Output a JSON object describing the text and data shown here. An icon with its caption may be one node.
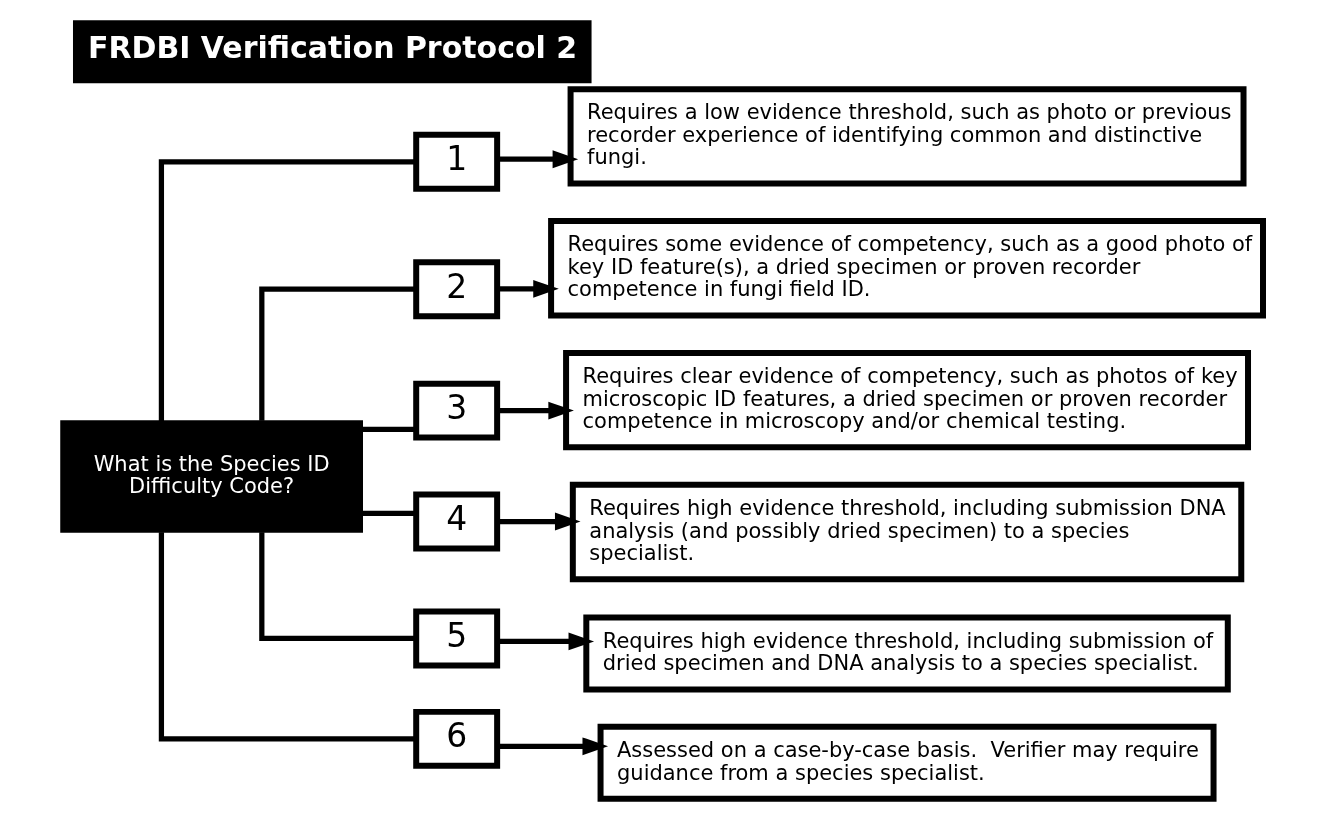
{
  "diagram": {
    "title": "FRDBI Verification Protocol 2",
    "nodes": [
      {
        "text": [
          "What is the Species ID Difficulty Code?"
        ]
      },
      {
        "text": [
          "1"
        ]
      },
      {
        "text": [
          "2"
        ]
      },
      {
        "text": [
          "3"
        ]
      },
      {
        "text": [
          "4"
        ]
      },
      {
        "text": [
          "5"
        ]
      },
      {
        "text": [
          "6"
        ]
      },
      {
        "text": [
          "Requires a low evidence threshold, such as photo or previous recorder experience of identifying common and distinctive fungi."
        ]
      },
      {
        "text": [
          "Requires some evidence of competency, such as a good photo of key ID feature(s), a dried specimen or proven recorder competence in fungi field ID."
        ]
      },
      {
        "text": [
          "Requires clear evidence of competency, such as photos of key microscopic ID features, a dried specimen or proven recorder competence in microscopy and/or chemical testing."
        ]
      },
      {
        "text": [
          "Requires high evidence threshold, including submission DNA analysis (and possibly dried specimen) to a species specialist."
        ]
      },
      {
        "text": [
          "Requires high evidence threshold, including submission of dried specimen and DNA analysis to a species specialist."
        ]
      },
      {
        "text": [
          "Assessed on a case-by-case basis.  Verifier may require guidance from a species specialist."
        ]
      }
    ],
    "edges": [
      {
        "from": 0,
        "to": 1,
        "arrow": "none"
      },
      {
        "from": 0,
        "to": 2,
        "arrow": "none"
      },
      {
        "from": 0,
        "to": 3,
        "arrow": "none"
      },
      {
        "from": 0,
        "to": 4,
        "arrow": "none"
      },
      {
        "from": 0,
        "to": 5,
        "arrow": "none"
      },
      {
        "from": 0,
        "to": 6,
        "arrow": "none"
      },
      {
        "from": 1,
        "to": 7,
        "arrow": "to"
      },
      {
        "from": 2,
        "to": 8,
        "arrow": "to"
      },
      {
        "from": 3,
        "to": 9,
        "arrow": "to"
      },
      {
        "from": 4,
        "to": 10,
        "arrow": "to"
      },
      {
        "from": 5,
        "to": 11,
        "arrow": "to"
      },
      {
        "from": 6,
        "to": 12,
        "arrow": "to"
      }
    ]
  }
}
